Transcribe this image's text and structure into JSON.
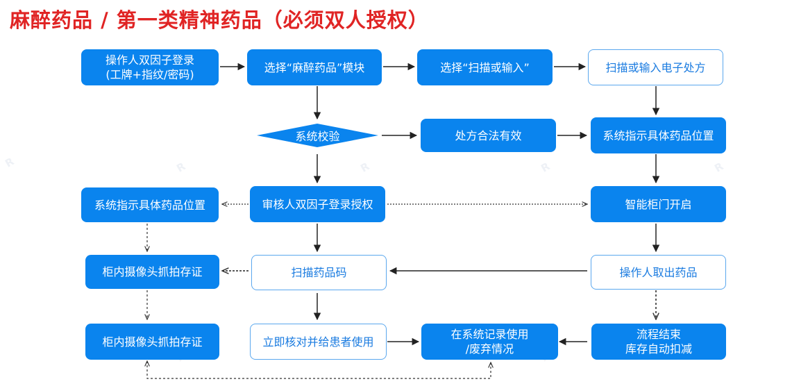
{
  "title": "麻醉药品 / 第一类精神药品（必须双人授权）",
  "nodes": {
    "login": "操作人双因子登录\n(工牌+指纹/密码)",
    "select_module": "选择“麻醉药品”模块",
    "select_scan": "选择“扫描或输入”",
    "scan_rx": "扫描或输入电子处方",
    "validate": "系统校验",
    "rx_valid": "处方合法有效",
    "locate_top": "系统指示具体药品位置",
    "locate_left": "系统指示具体药品位置",
    "reviewer_auth": "审核人双因子登录授权",
    "cabinet_open": "智能柜门开启",
    "camera_1": "柜内摄像头抓拍存证",
    "scan_drug": "扫描药品码",
    "take_drug": "操作人取出药品",
    "camera_2": "柜内摄像头抓拍存证",
    "verify_use": "立即核对并给患者使用",
    "record": "在系统记录使用\n/废弃情况",
    "end": "流程结束\n库存自动扣减"
  },
  "colors": {
    "solid": "#0a84ee",
    "outline_text": "#1a7be0",
    "title": "#e02424",
    "arrow": "#222222"
  }
}
